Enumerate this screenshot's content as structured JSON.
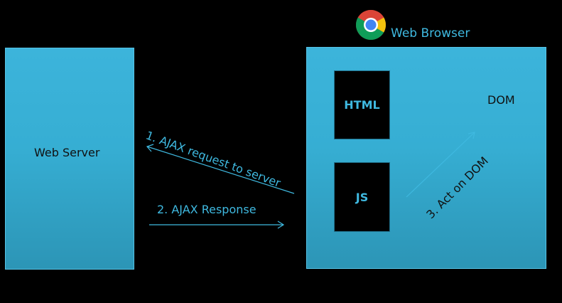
{
  "diagram": {
    "server": {
      "label": "Web Server"
    },
    "browser": {
      "title": "Web Browser",
      "logo_icon": "chrome-logo-icon",
      "html_label": "HTML",
      "js_label": "JS",
      "dom_label": "DOM"
    },
    "steps": {
      "request": "1. AJAX request to server",
      "response": "2. AJAX Response",
      "act": "3. Act on DOM"
    },
    "colors": {
      "background": "#000000",
      "panel": "#36aed3",
      "accent": "#3fb9e0",
      "dark_text": "#111111"
    }
  }
}
